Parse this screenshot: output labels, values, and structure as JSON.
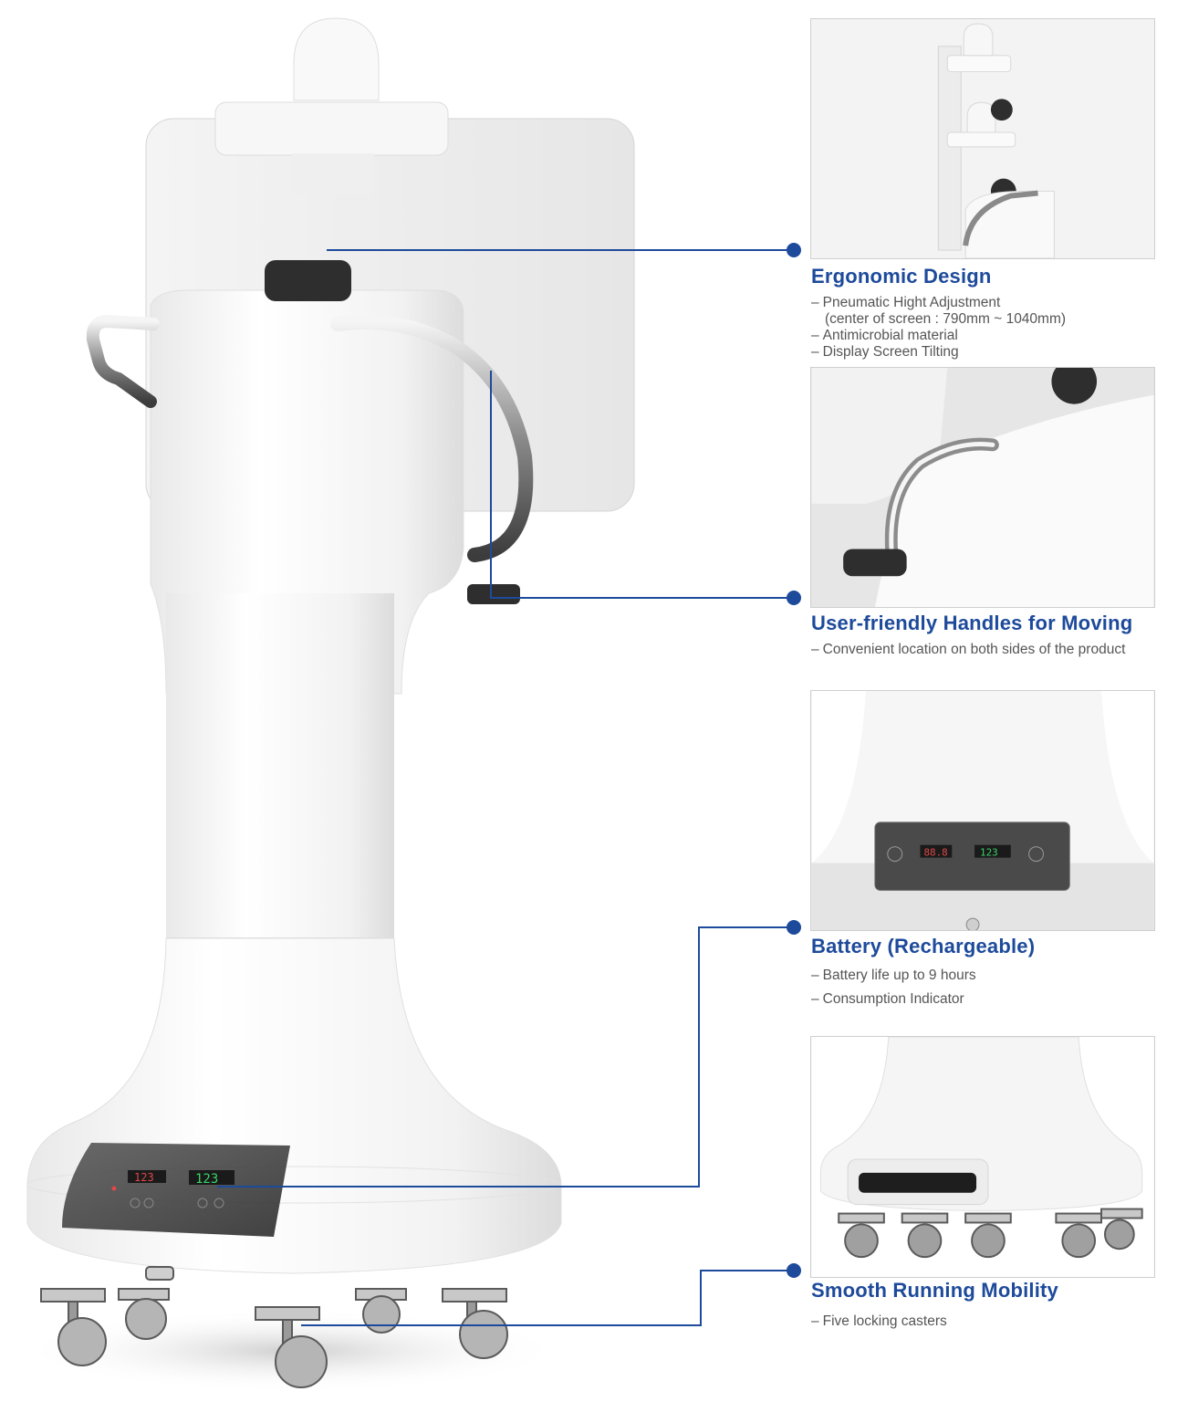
{
  "accent_color": "#1d4a9b",
  "features": [
    {
      "title": "Ergonomic Design",
      "bullets": [
        "Pneumatic Hight Adjustment",
        "(center of screen : 790mm ~ 1040mm)",
        "Antimicrobial material",
        "Display Screen Tilting"
      ]
    },
    {
      "title": "User-friendly Handles for Moving",
      "bullets": [
        "Convenient location on both sides of the product"
      ]
    },
    {
      "title": "Battery (Rechargeable)",
      "bullets": [
        "Battery life up to 9 hours",
        "Consumption Indicator"
      ]
    },
    {
      "title": "Smooth Running Mobility",
      "bullets": [
        "Five locking casters"
      ]
    }
  ],
  "battery_panel": {
    "display_left": "123",
    "display_right": "123",
    "detail_left": "88.8",
    "detail_right": "123"
  }
}
